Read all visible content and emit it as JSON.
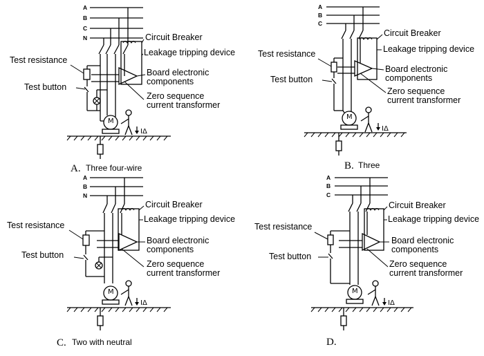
{
  "labels": {
    "circuit_breaker": "Circuit Breaker",
    "leakage_tripping": "Leakage tripping device",
    "board_line1": "Board electronic",
    "board_line2": "components",
    "zero_line1": "Zero sequence",
    "zero_line2": "current transformer",
    "test_resistance": "Test resistance",
    "test_button": "Test button",
    "motor": "M",
    "current": "IΔ"
  },
  "panels": [
    {
      "letter": "A.",
      "caption": "Three four-wire",
      "phases": [
        "A",
        "B",
        "C",
        "N"
      ]
    },
    {
      "letter": "B.",
      "caption": "Three",
      "phases": [
        "A",
        "B",
        "C"
      ]
    },
    {
      "letter": "C.",
      "caption": "Two with neutral",
      "phases": [
        "A",
        "B",
        "N"
      ]
    },
    {
      "letter": "D.",
      "caption": "",
      "phases": [
        "A",
        "B",
        "C"
      ]
    }
  ]
}
